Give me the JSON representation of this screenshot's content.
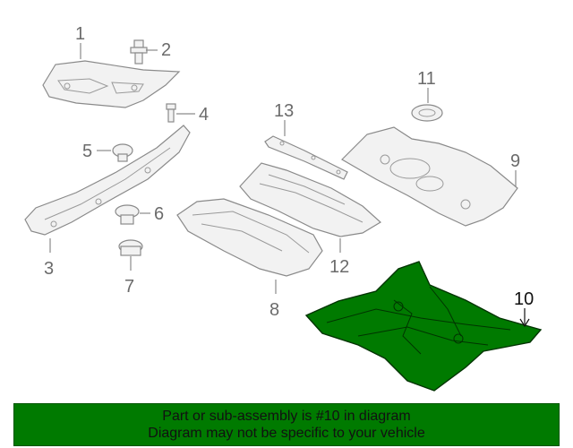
{
  "callouts": {
    "c1": "1",
    "c2": "2",
    "c3": "3",
    "c4": "4",
    "c5": "5",
    "c6": "6",
    "c7": "7",
    "c8": "8",
    "c9": "9",
    "c10": "10",
    "c11": "11",
    "c12": "12",
    "c13": "13"
  },
  "banner": {
    "line1": "Part or sub-assembly is #10 in diagram",
    "line2": "Diagram may not be specific to your vehicle"
  },
  "colors": {
    "highlight": "#007a00",
    "highlight_dark": "#003300",
    "banner_bg": "#007a00",
    "line_gray": "#8a8a8a"
  }
}
